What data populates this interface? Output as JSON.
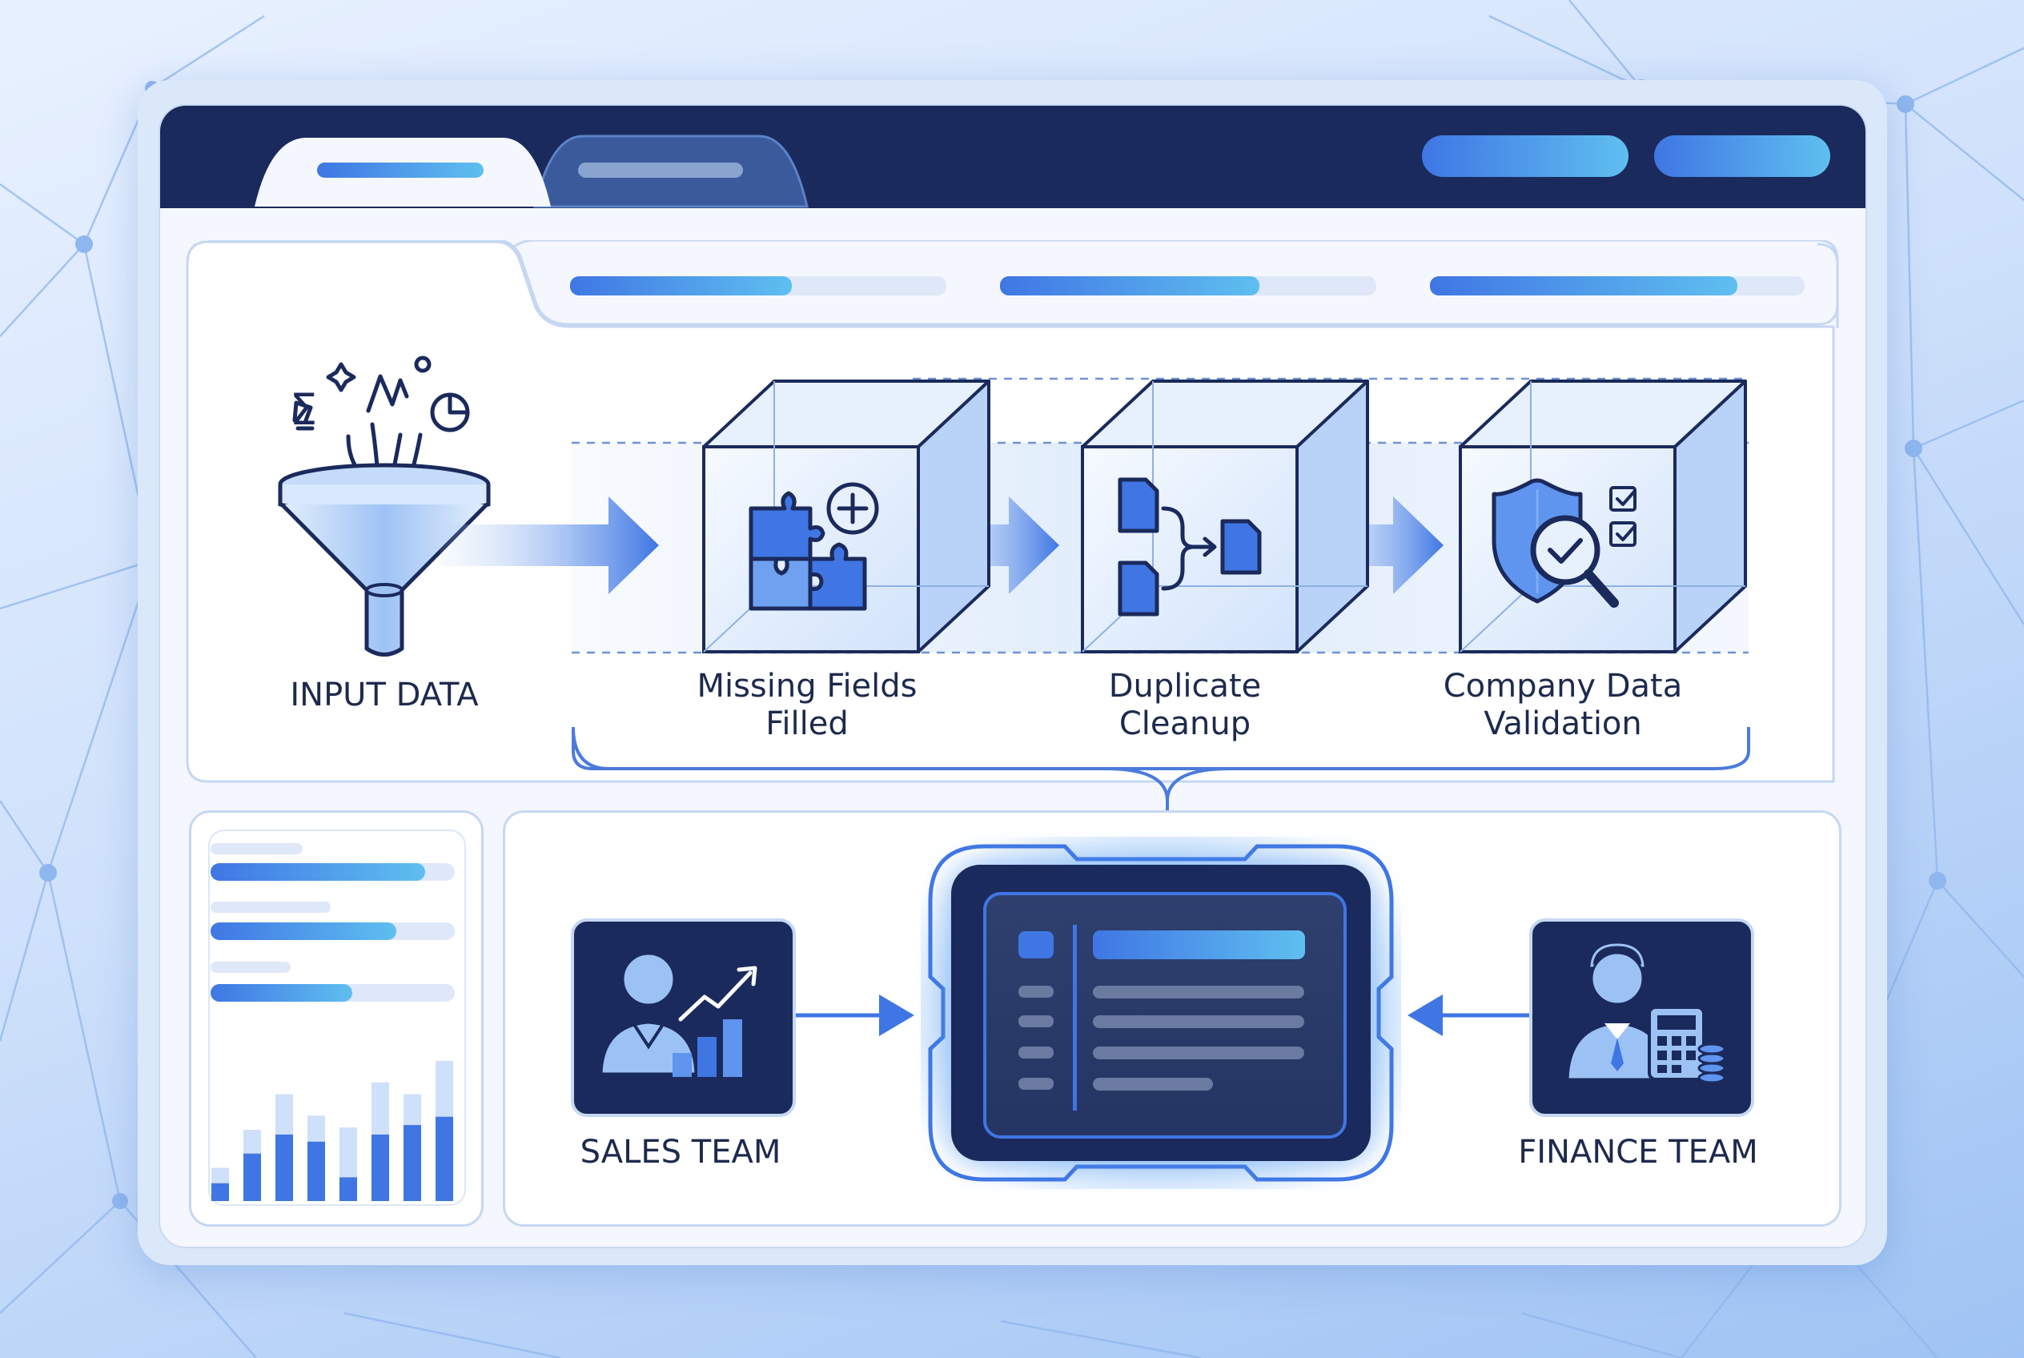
{
  "colors": {
    "navy": "#1b2a5c",
    "accent": "#3f76e4",
    "accent_light": "#5fbff0",
    "track": "#dfe8f8",
    "window_bg": "#f2f6fd"
  },
  "flow": {
    "input": {
      "label": "INPUT DATA",
      "icon": "funnel-icon"
    },
    "stages": [
      {
        "label_line1": "Missing Fields",
        "label_line2": "Filled",
        "icon": "puzzle-plus-icon"
      },
      {
        "label_line1": "Duplicate",
        "label_line2": "Cleanup",
        "icon": "document-merge-icon"
      },
      {
        "label_line1": "Company Data",
        "label_line2": "Validation",
        "icon": "shield-check-icon"
      }
    ]
  },
  "teams": {
    "sales": {
      "label": "SALES TEAM",
      "icon": "person-growth-chart-icon"
    },
    "finance": {
      "label": "FINANCE TEAM",
      "icon": "person-calculator-icon"
    }
  },
  "progress": {
    "header_bars": [
      0.59,
      0.69,
      0.82
    ],
    "side_bars": [
      0.88,
      0.76,
      0.58
    ]
  },
  "chart_data": {
    "type": "bar",
    "series": [
      {
        "values": [
          0.15,
          0.4,
          0.56,
          0.5,
          0.2,
          0.56,
          0.64,
          0.71
        ]
      },
      {
        "values": [
          0.28,
          0.6,
          0.9,
          0.72,
          0.62,
          1.0,
          0.9,
          1.18
        ]
      }
    ]
  }
}
